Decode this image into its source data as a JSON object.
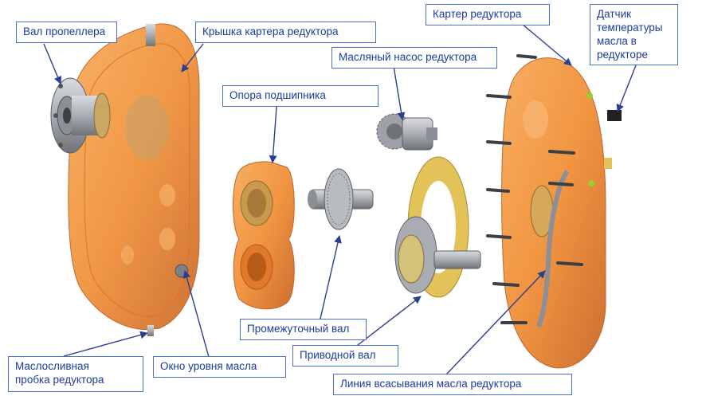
{
  "labels": {
    "propeller_shaft": "Вал пропеллера",
    "gearbox_housing_cover": "Крышка картера редуктора",
    "gearbox_housing": "Картер редуктора",
    "oil_temp_sensor": "Датчик\nтемпературы\nмасла в\nредукторе",
    "oil_pump": "Масляный насос редуктора",
    "bearing_support": "Опора подшипника",
    "intermediate_shaft": "Промежуточный вал",
    "drive_shaft": "Приводной вал",
    "oil_suction_line": "Линия всасывания масла редуктора",
    "oil_level_window": "Окно уровня масла",
    "oil_drain_plug": "Маслосливная\nпробка редуктора"
  },
  "colors": {
    "housing_orange": "#f08a2e",
    "housing_dark": "#c8601a",
    "steel": "#a9adb3",
    "gasket_yellow": "#e4c25a",
    "callout_border": "#4a6fc4",
    "callout_text": "#1a3d9c",
    "leader": "#2b3f8e"
  }
}
